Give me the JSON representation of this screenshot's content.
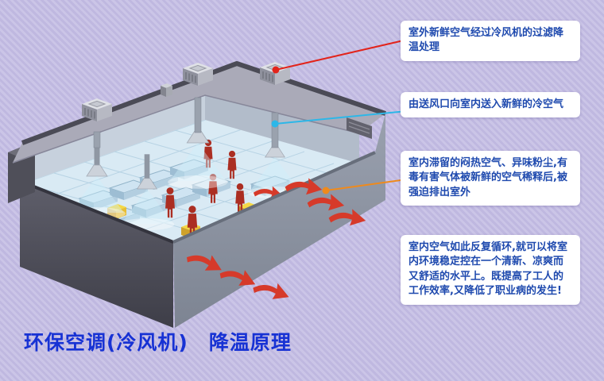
{
  "background": {
    "base_color": "#cbc5e7",
    "stripe_color": "#bfb8e0"
  },
  "title": {
    "text": "环保空调(冷风机)　降温原理",
    "color": "#1732d4"
  },
  "callouts": [
    {
      "id": "intake-filter",
      "text": "室外新鲜空气经过冷风机的过滤降温处理",
      "connector_color": "#e2241b"
    },
    {
      "id": "cold-air-supply",
      "text": "由送风口向室内送入新鲜的冷空气",
      "connector_color": "#2cb7e8"
    },
    {
      "id": "exhaust",
      "text": "室内滞留的闷热空气、异味粉尘,有毒有害气体被新鲜的空气稀释后,被强迫排出室外",
      "connector_color": "#ef8a1c"
    },
    {
      "id": "circulation",
      "text": "室内空气如此反复循环,就可以将室内环境稳定控在一个清新、凉爽而又舒适的水平上。既提高了工人的工作效率,又降低了职业病的发生!"
    }
  ],
  "illustration": {
    "name": "factory-evaporative-cooling-isometric-diagram",
    "exhaust_air_color": "#d63a2a",
    "supply_air_color": "#bfe8f6",
    "text_color": "#1e49ae"
  }
}
